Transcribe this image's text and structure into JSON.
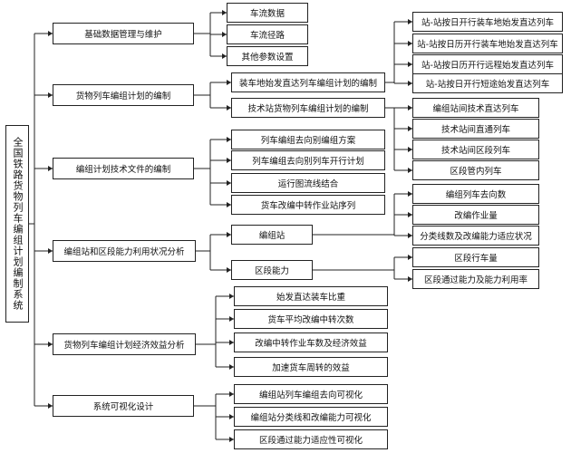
{
  "root": {
    "label": "全国铁路货物列车编组计划编制系统"
  },
  "modules": [
    {
      "label": "基础数据管理与维护",
      "children": [
        {
          "label": "车流数据"
        },
        {
          "label": "车流径路"
        },
        {
          "label": "其他参数设置"
        }
      ]
    },
    {
      "label": "货物列车编组计划的编制",
      "children": [
        {
          "label": "装车地始发直达列车编组计划的编制",
          "children": [
            {
              "label": "站-站按日开行装车地始发直达列车"
            },
            {
              "label": "站-站按日历开行装车地始发直达列车"
            },
            {
              "label": "站-站按日历开行远程始发直达列车"
            },
            {
              "label": "站-站按日开行短途始发直达列车"
            }
          ]
        },
        {
          "label": "技术站货物列车编组计划的编制",
          "children": [
            {
              "label": "编组站间技术直达列车"
            },
            {
              "label": "技术站间直通列车"
            },
            {
              "label": "技术站间区段列车"
            },
            {
              "label": "区段管内列车"
            }
          ]
        }
      ]
    },
    {
      "label": "编组计划技术文件的编制",
      "children": [
        {
          "label": "列车编组去向别编组方案"
        },
        {
          "label": "列车编组去向别列车开行计划"
        },
        {
          "label": "运行图流线结合"
        },
        {
          "label": "货车改编中转作业站序列"
        }
      ]
    },
    {
      "label": "编组站和区段能力利用状况分析",
      "children": [
        {
          "label": "编组站",
          "children": [
            {
              "label": "编组列车去向数"
            },
            {
              "label": "改编作业量"
            },
            {
              "label": "分类线数及改编能力适应状况"
            }
          ]
        },
        {
          "label": "区段能力",
          "children": [
            {
              "label": "区段行车量"
            },
            {
              "label": "区段通过能力及能力利用率"
            }
          ]
        }
      ]
    },
    {
      "label": "货物列车编组计划经济效益分析",
      "children": [
        {
          "label": "始发直达装车比重"
        },
        {
          "label": "货车平均改编中转次数"
        },
        {
          "label": "改编中转作业车数及经济效益"
        },
        {
          "label": "加速货车周转的效益"
        }
      ]
    },
    {
      "label": "系统可视化设计",
      "children": [
        {
          "label": "编组站列车编组去向可视化"
        },
        {
          "label": "编组站分类线和改编能力可视化"
        },
        {
          "label": "区段通过能力适应性可视化"
        }
      ]
    }
  ]
}
